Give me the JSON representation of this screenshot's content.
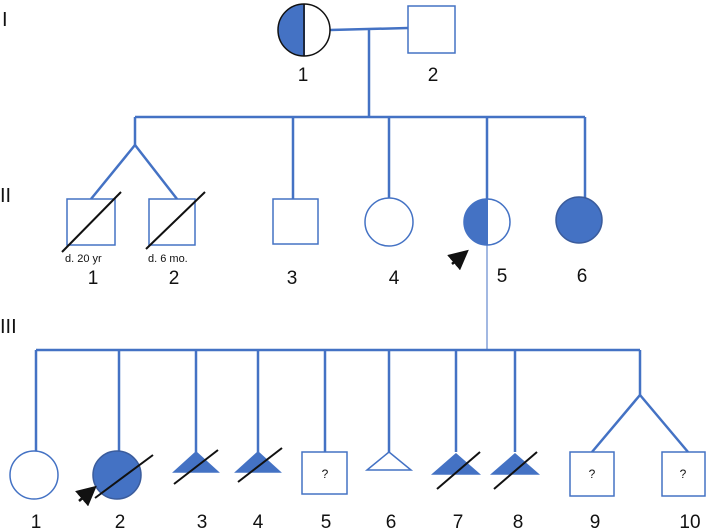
{
  "colors": {
    "line": "#4472c4",
    "fill": "#4472c4",
    "ink": "#111111"
  },
  "generations": {
    "I": {
      "label": "I",
      "individuals": [
        {
          "number": "1",
          "sex": "female",
          "status": "half-affected"
        },
        {
          "number": "2",
          "sex": "male",
          "status": "unaffected"
        }
      ]
    },
    "II": {
      "label": "II",
      "individuals": [
        {
          "number": "1",
          "sex": "male",
          "status": "unaffected",
          "deceased": true,
          "note": "d. 20 yr",
          "twin": true
        },
        {
          "number": "2",
          "sex": "male",
          "status": "unaffected",
          "deceased": true,
          "note": "d. 6 mo.",
          "twin": true
        },
        {
          "number": "3",
          "sex": "male",
          "status": "unaffected"
        },
        {
          "number": "4",
          "sex": "female",
          "status": "unaffected"
        },
        {
          "number": "5",
          "sex": "female",
          "status": "half-affected",
          "proband": true
        },
        {
          "number": "6",
          "sex": "female",
          "status": "affected"
        }
      ]
    },
    "III": {
      "label": "III",
      "individuals": [
        {
          "number": "1",
          "sex": "female",
          "status": "unaffected"
        },
        {
          "number": "2",
          "sex": "female",
          "status": "affected",
          "deceased": true,
          "proband": true
        },
        {
          "number": "3",
          "sex": "pregnancy-loss",
          "status": "affected",
          "deceased": true
        },
        {
          "number": "4",
          "sex": "pregnancy-loss",
          "status": "affected",
          "deceased": true
        },
        {
          "number": "5",
          "sex": "male",
          "status": "unknown",
          "mark": "?"
        },
        {
          "number": "6",
          "sex": "pregnancy-loss",
          "status": "unaffected"
        },
        {
          "number": "7",
          "sex": "pregnancy-loss",
          "status": "affected",
          "deceased": true
        },
        {
          "number": "8",
          "sex": "pregnancy-loss",
          "status": "affected",
          "deceased": true
        },
        {
          "number": "9",
          "sex": "male",
          "status": "unknown",
          "mark": "?",
          "twin": true
        },
        {
          "number": "10",
          "sex": "male",
          "status": "unknown",
          "mark": "?",
          "twin": true
        }
      ]
    }
  }
}
